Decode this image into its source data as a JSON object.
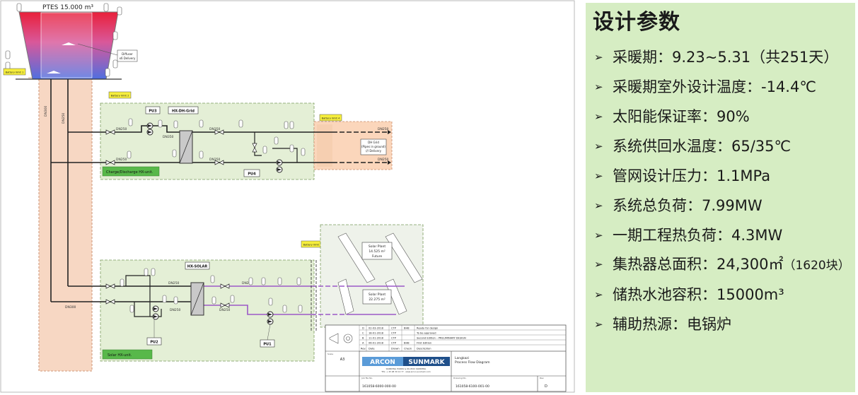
{
  "diagram": {
    "tank_label": "PTES 15.000 m³",
    "diffuser_label": [
      "Diffuser",
      "x6 Delivery"
    ],
    "battery_limits": [
      "Battery limit 1",
      "Battery limit 2",
      "Battery limit 3",
      "Battery limit 4"
    ],
    "top_unit": {
      "pu3": "PU3",
      "hx": "HX-DH-Grid",
      "pu4": "PU4",
      "footer": "Charge/Discharge HX-unit.",
      "dims": [
        "DN250",
        "DN350",
        "DN350",
        "DN350",
        "DN250"
      ]
    },
    "dh_grid": [
      "DH Grid",
      "(Pipes in ground)",
      "/// Delivery"
    ],
    "dh_dims": [
      "DN250",
      "DN250"
    ],
    "riser_dims": [
      "DN300",
      "DN250"
    ],
    "solar_unit": {
      "hx": "HX-SOLAR",
      "pu2": "PU2",
      "pu1": "PU1",
      "footer": "Solar HX-unit.",
      "dims": [
        "DN250",
        "DN250",
        "DN250",
        "DN250",
        "DN300"
      ]
    },
    "solar_plants": [
      [
        "Solar Plant",
        "14.525 m²",
        "Future"
      ],
      [
        "Solar Plant",
        "22.275 m²"
      ]
    ],
    "title_block": {
      "rev_rows": [
        [
          "D",
          "02-03-2018",
          "CTP",
          "BHB",
          "Ready for design"
        ],
        [
          "C",
          "18-01-2018",
          "CTP",
          "",
          "To be approved"
        ],
        [
          "B",
          "11-01-2018",
          "CTP",
          "",
          "Second Edition – PRELIMINARY DESIGN"
        ],
        [
          "A",
          "06-01-2018",
          "CTP",
          "BHB",
          "First Edition"
        ],
        [
          "Rev.",
          "Date",
          "Drawn",
          "Check",
          "Description"
        ]
      ],
      "size": "A3",
      "logo_left": "ARCON",
      "logo_right": "SUNMARK",
      "address": [
        "SKØRPING HORNS & DK-9520 SKØRPING",
        "TEL: + 45 98 39 14 77 · www.arcon-sunmark.com"
      ],
      "project": "Langkazi",
      "drawing_title": "Process Flow Diagram",
      "file_no": "161058-6000-000-00",
      "drawing_no": "161058-6100-001-00",
      "rev": "D",
      "labels": [
        "Scale",
        "Job file No.",
        "Drawing No.",
        "Rev."
      ]
    }
  },
  "params": {
    "title": "设计参数",
    "bullet": "➢",
    "items": [
      "采暖期：9.23~5.31（共251天）",
      "采暖期室外设计温度：-14.4℃",
      "太阳能保证率：90%",
      "系统供回水温度：65/35℃",
      "管网设计压力：1.1MPa",
      "系统总负荷：7.99MW",
      "一期工程热负荷：4.3MW"
    ],
    "area_item": {
      "main": "集热器总面积：24,300㎡",
      "sub": "（1620块）"
    },
    "items_after": [
      "储热水池容积：15000m³",
      "辅助热源：电锅炉"
    ]
  }
}
